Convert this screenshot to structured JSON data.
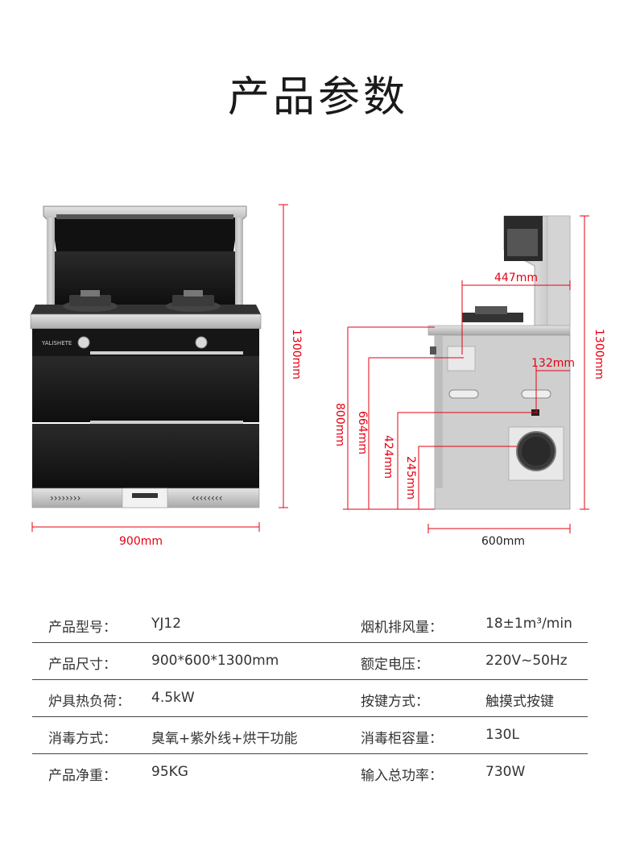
{
  "title": "产品参数",
  "dimensions": {
    "front_height": "1300mm",
    "front_width": "900mm",
    "side_height": "1300mm",
    "side_width": "600mm",
    "depth_447": "447mm",
    "depth_132": "132mm",
    "h_800": "800mm",
    "h_664": "664mm",
    "h_424": "424mm",
    "h_245": "245mm"
  },
  "brand_mark": "YALISHETE",
  "specs": [
    {
      "label1": "产品型号：",
      "value1": "YJ12",
      "label2": "烟机排风量：",
      "value2": "18±1m³/min"
    },
    {
      "label1": "产品尺寸：",
      "value1": "900*600*1300mm",
      "label2": "额定电压：",
      "value2": "220V~50Hz"
    },
    {
      "label1": "炉具热负荷：",
      "value1": "4.5kW",
      "label2": "按键方式：",
      "value2": "触摸式按键"
    },
    {
      "label1": "消毒方式：",
      "value1": "臭氧+紫外线+烘干功能",
      "label2": "消毒柜容量：",
      "value2": "130L"
    },
    {
      "label1": "产品净重：",
      "value1": "95KG",
      "label2": "输入总功率：",
      "value2": "730W"
    }
  ],
  "colors": {
    "dimension": "#e60012",
    "appliance_body": "#1c1c1c",
    "steel": "#c8c8c8"
  }
}
